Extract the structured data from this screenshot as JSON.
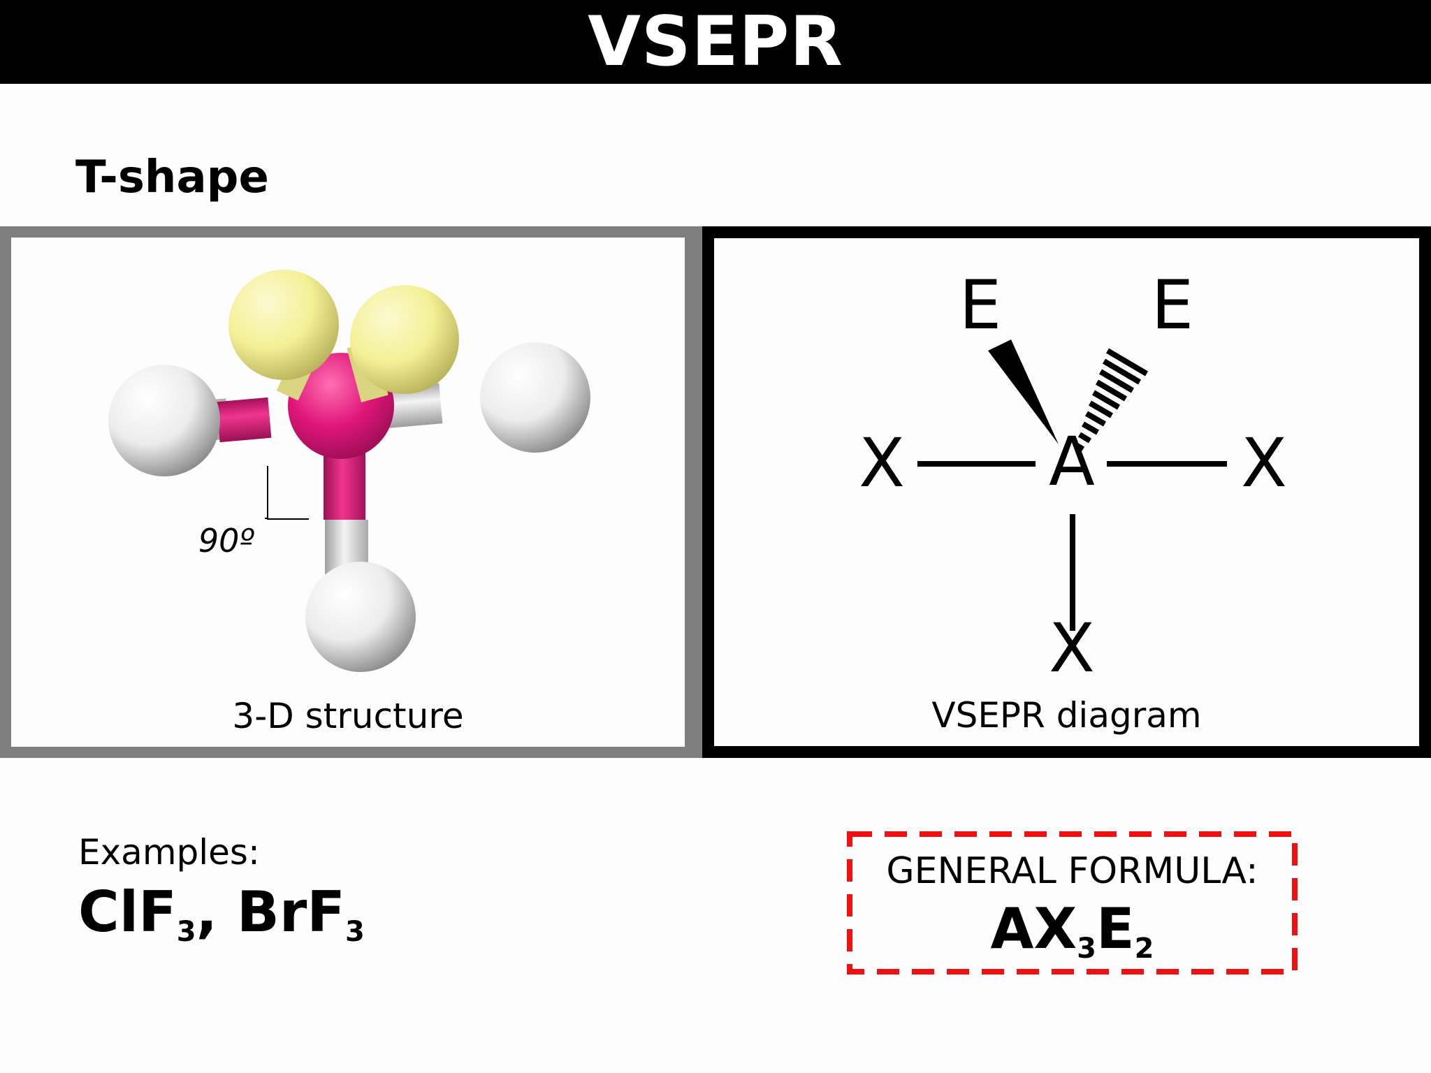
{
  "header": {
    "title": "VSEPR"
  },
  "shape_name": "T-shape",
  "structure_panel": {
    "caption": "3-D structure",
    "angle_label": "90º"
  },
  "diagram_panel": {
    "caption": "VSEPR diagram",
    "central_atom": "A",
    "bonded_atom_label": "X",
    "lone_pair_label": "E"
  },
  "examples": {
    "label": "Examples:",
    "formulas": [
      {
        "base": "ClF",
        "subscript": "3",
        "separator": ","
      },
      {
        "base": "BrF",
        "subscript": "3",
        "separator": ""
      }
    ]
  },
  "general_formula": {
    "label": "GENERAL FORMULA:",
    "parts": [
      {
        "base": "AX",
        "subscript": "3"
      },
      {
        "base": "E",
        "subscript": "2"
      }
    ]
  },
  "colors": {
    "central_atom": "#e0157a",
    "fluorine_lone_pair": "#f4f096",
    "terminal_atom": "#ececec",
    "panel_border_3d": "#7f7f7f",
    "panel_border_diagram": "#000000",
    "formula_box_dash": "#ee1111"
  }
}
